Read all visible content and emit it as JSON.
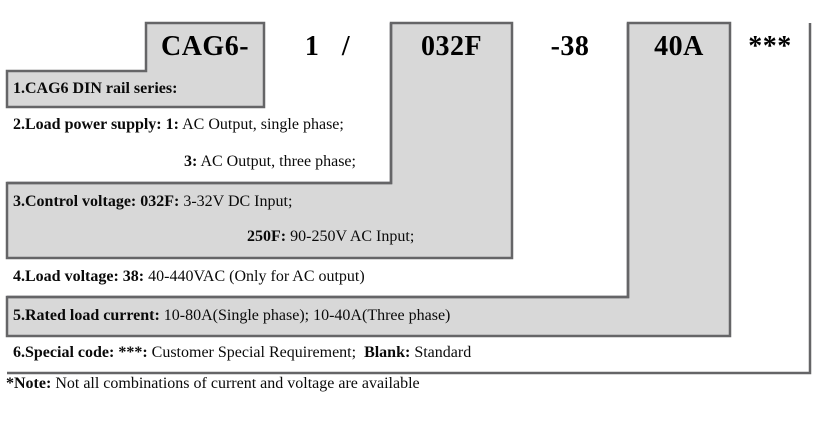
{
  "part_number": {
    "segments": [
      {
        "name": "series",
        "code": "CAG6-"
      },
      {
        "name": "load-power-supply",
        "code": "1   /"
      },
      {
        "name": "control-voltage",
        "code": "032F"
      },
      {
        "name": "load-voltage",
        "code": "-38"
      },
      {
        "name": "rated-current",
        "code": "40A"
      },
      {
        "name": "special-code",
        "code": "***"
      }
    ]
  },
  "legend": {
    "rows": [
      {
        "lines": [
          {
            "runs": [
              {
                "t": "1.CAG6 DIN rail series:",
                "b": true
              }
            ]
          }
        ]
      },
      {
        "lines": [
          {
            "runs": [
              {
                "t": "2.Load power supply: 1:",
                "b": true
              },
              {
                "t": " AC Output, single phase;",
                "b": false
              }
            ]
          },
          {
            "runs": [
              {
                "t": "3:",
                "b": true
              },
              {
                "t": " AC Output, three phase;",
                "b": false
              }
            ]
          }
        ]
      },
      {
        "lines": [
          {
            "runs": [
              {
                "t": "3.Control voltage: 032F:",
                "b": true
              },
              {
                "t": " 3-32V DC Input;",
                "b": false
              }
            ]
          },
          {
            "runs": [
              {
                "t": "250F:",
                "b": true
              },
              {
                "t": " 90-250V AC Input;",
                "b": false
              }
            ]
          }
        ]
      },
      {
        "lines": [
          {
            "runs": [
              {
                "t": "4.Load voltage: 38:",
                "b": true
              },
              {
                "t": " 40-440VAC (Only for AC output)",
                "b": false
              }
            ]
          }
        ]
      },
      {
        "lines": [
          {
            "runs": [
              {
                "t": "5.Rated load current:",
                "b": true
              },
              {
                "t": " 10-80A(Single phase); 10-40A(Three phase)",
                "b": false
              }
            ]
          }
        ]
      },
      {
        "lines": [
          {
            "runs": [
              {
                "t": "6.Special code: ***:",
                "b": true
              },
              {
                "t": " Customer Special Requirement;  ",
                "b": false
              },
              {
                "t": "Blank:",
                "b": true
              },
              {
                "t": " Standard",
                "b": false
              }
            ]
          }
        ]
      }
    ]
  },
  "note": {
    "runs": [
      {
        "t": "*Note:",
        "b": true
      },
      {
        "t": " Not all combinations of current and voltage are available",
        "b": false
      }
    ]
  },
  "colors": {
    "box_fill": "#d8d8d8",
    "box_border": "#656567",
    "text": "#000000",
    "background": "#ffffff"
  }
}
